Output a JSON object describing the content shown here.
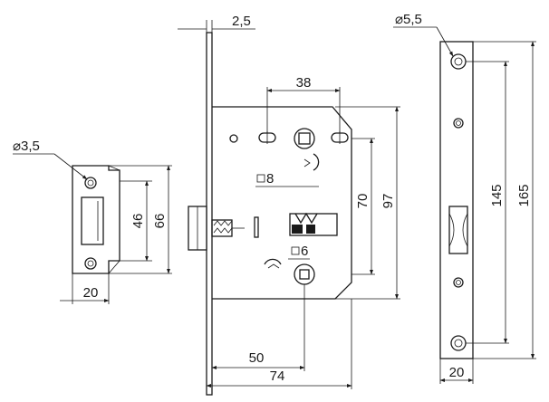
{
  "strike_plate": {
    "hole_dia_label": "⌀3,5",
    "height_inner_label": "46",
    "height_outer_label": "66",
    "width_label": "20"
  },
  "lock_body": {
    "faceplate_thickness_label": "2,5",
    "hole_spacing_label": "38",
    "square_large_label": "8",
    "square_small_label": "6",
    "handle_to_key_label": "70",
    "body_height_label": "97",
    "backset_label": "50",
    "total_depth_label": "74"
  },
  "faceplate": {
    "hole_dia_label": "⌀5,5",
    "hole_spacing_label": "145",
    "total_height_label": "165",
    "width_label": "20"
  }
}
